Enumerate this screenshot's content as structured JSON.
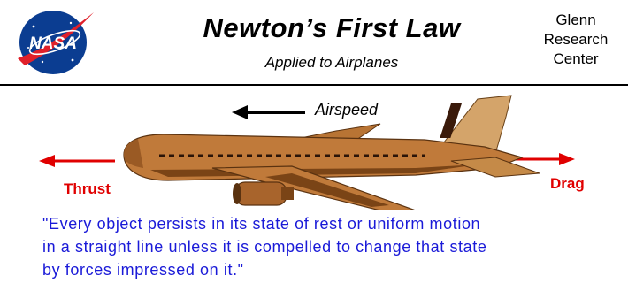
{
  "header": {
    "logo_text": "NASA",
    "title": "Newton’s First Law",
    "subtitle": "Applied to Airplanes",
    "center_lines": [
      "Glenn",
      "Research",
      "Center"
    ]
  },
  "diagram": {
    "airspeed_label": "Airspeed",
    "thrust_label": "Thrust",
    "drag_label": "Drag"
  },
  "quote": {
    "lines": [
      "\"Every object persists in its state of rest or uniform motion",
      "in a straight line unless it is compelled to change  that state",
      "by forces impressed on it.\""
    ]
  },
  "colors": {
    "force_arrow": "#e00000",
    "quote_text": "#1a1ad8",
    "fuselage": "#c07a3a",
    "tail": "#d4a46a",
    "nasa_blue": "#0b3d91",
    "nasa_red": "#e0202a"
  }
}
